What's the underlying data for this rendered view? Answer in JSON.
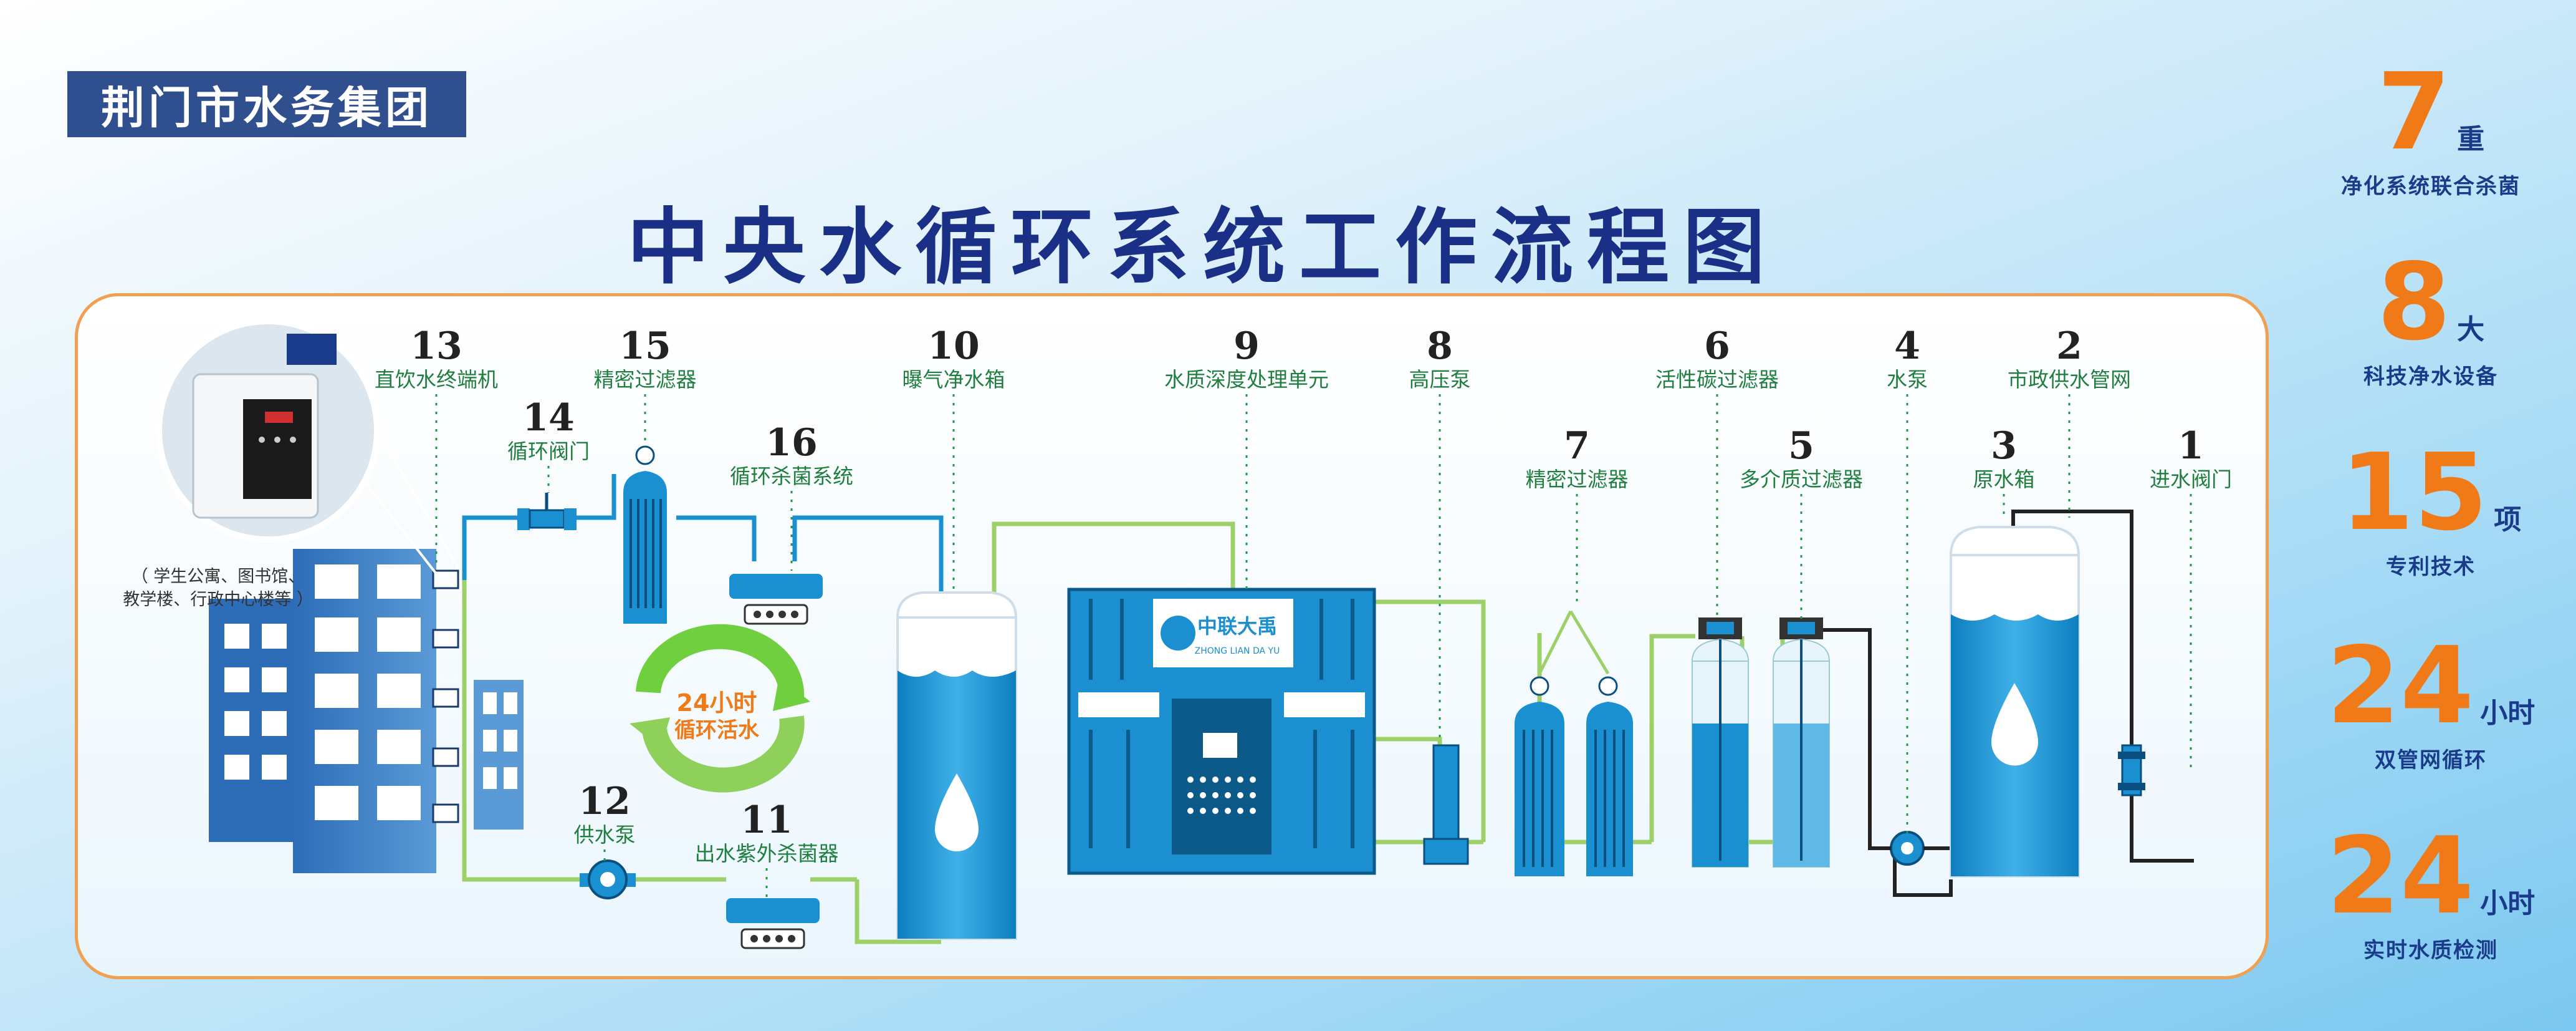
{
  "brand": "荆门市水务集团",
  "title": "中央水循环系统工作流程图",
  "building_caption_1": "（ 学生公寓、图书馆、",
  "building_caption_2": "教学楼、行政中心楼等 ）",
  "cycle_badge_1": "24小时",
  "cycle_badge_2": "循环活水",
  "unit_logo": "中联大禹",
  "unit_logo_sub": "ZHONG LIAN DA YU",
  "steps": [
    {
      "num": "1",
      "label": "进水阀门"
    },
    {
      "num": "2",
      "label": "市政供水管网"
    },
    {
      "num": "3",
      "label": "原水箱"
    },
    {
      "num": "4",
      "label": "水泵"
    },
    {
      "num": "5",
      "label": "多介质过滤器"
    },
    {
      "num": "6",
      "label": "活性碳过滤器"
    },
    {
      "num": "7",
      "label": "精密过滤器"
    },
    {
      "num": "8",
      "label": "高压泵"
    },
    {
      "num": "9",
      "label": "水质深度处理单元"
    },
    {
      "num": "10",
      "label": "曝气净水箱"
    },
    {
      "num": "11",
      "label": "出水紫外杀菌器"
    },
    {
      "num": "12",
      "label": "供水泵"
    },
    {
      "num": "13",
      "label": "直饮水终端机"
    },
    {
      "num": "14",
      "label": "循环阀门"
    },
    {
      "num": "15",
      "label": "精密过滤器"
    },
    {
      "num": "16",
      "label": "循环杀菌系统"
    }
  ],
  "features": [
    {
      "value": "7",
      "unit": "重",
      "caption": "净化系统联合杀菌"
    },
    {
      "value": "8",
      "unit": "大",
      "caption": "科技净水设备"
    },
    {
      "value": "15",
      "unit": "项",
      "caption": "专利技术"
    },
    {
      "value": "24",
      "unit": "小时",
      "caption": "双管网循环"
    },
    {
      "value": "24",
      "unit": "小时",
      "caption": "实时水质检测"
    }
  ],
  "colors": {
    "accent_orange": "#f07a18",
    "title_blue": "#1a2f86",
    "label_green": "#1f7f3f",
    "water_blue": "#1b90d0",
    "pipe_green": "#9ed06a"
  }
}
